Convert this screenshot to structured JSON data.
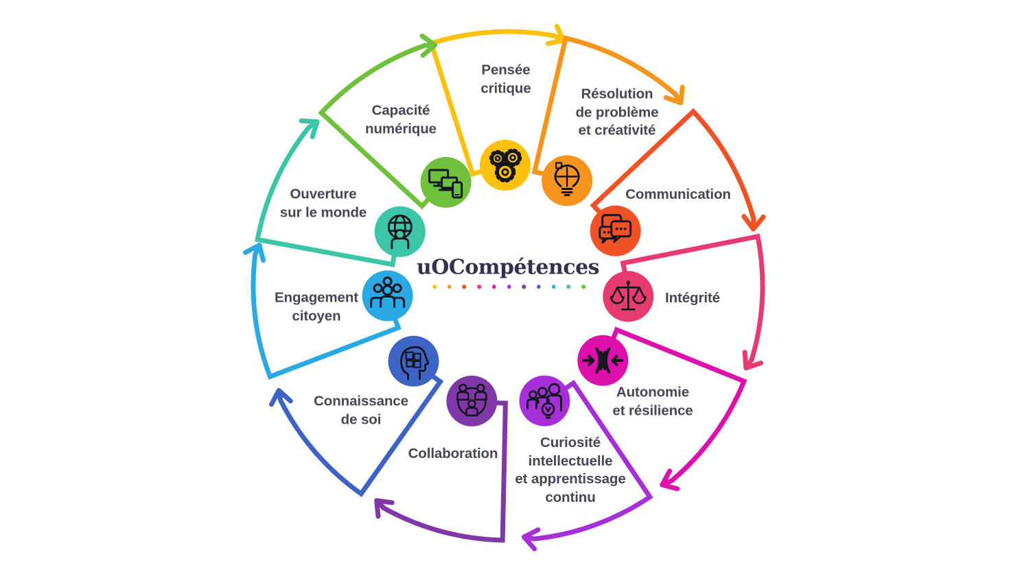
{
  "title": "uOCompétences",
  "segments": [
    {
      "label": "Pensée\ncritique",
      "icon": "gears-icon",
      "color": "#FCC10E"
    },
    {
      "label": "Résolution\nde problème\net créativité",
      "icon": "lightbulb-puzzle-icon",
      "color": "#F7941D"
    },
    {
      "label": "Communication",
      "icon": "speech-bubbles-icon",
      "color": "#EF5224"
    },
    {
      "label": "Intégrité",
      "icon": "scales-icon",
      "color": "#E73A6E"
    },
    {
      "label": "Autonomie\net résilience",
      "icon": "converging-arrows-icon",
      "color": "#DE10AC"
    },
    {
      "label": "Curiosité\nintellectuelle\net apprentissage\ncontinu",
      "icon": "people-lightbulb-icon",
      "color": "#A62FD9"
    },
    {
      "label": "Collaboration",
      "icon": "people-network-icon",
      "color": "#8038A8"
    },
    {
      "label": "Connaissance\nde soi",
      "icon": "head-puzzle-icon",
      "color": "#3D63C4"
    },
    {
      "label": "Engagement\ncitoyen",
      "icon": "people-group-icon",
      "color": "#2BA9E4"
    },
    {
      "label": "Ouverture\nsur le monde",
      "icon": "globe-person-icon",
      "color": "#3CC6A7"
    },
    {
      "label": "Capacité\nnumérique",
      "icon": "devices-icon",
      "color": "#6FC13C"
    }
  ],
  "center_dot_colors": [
    "#FCC10E",
    "#F7941D",
    "#EF5224",
    "#E73A6E",
    "#DE10AC",
    "#A62FD9",
    "#8038A8",
    "#3D63C4",
    "#2BA9E4",
    "#3CC6A7",
    "#6FC13C"
  ],
  "colors": {
    "background": "#FFFFFF",
    "title_text": "#32324E",
    "label_text": "#474754",
    "icon_stroke": "#15151E"
  }
}
